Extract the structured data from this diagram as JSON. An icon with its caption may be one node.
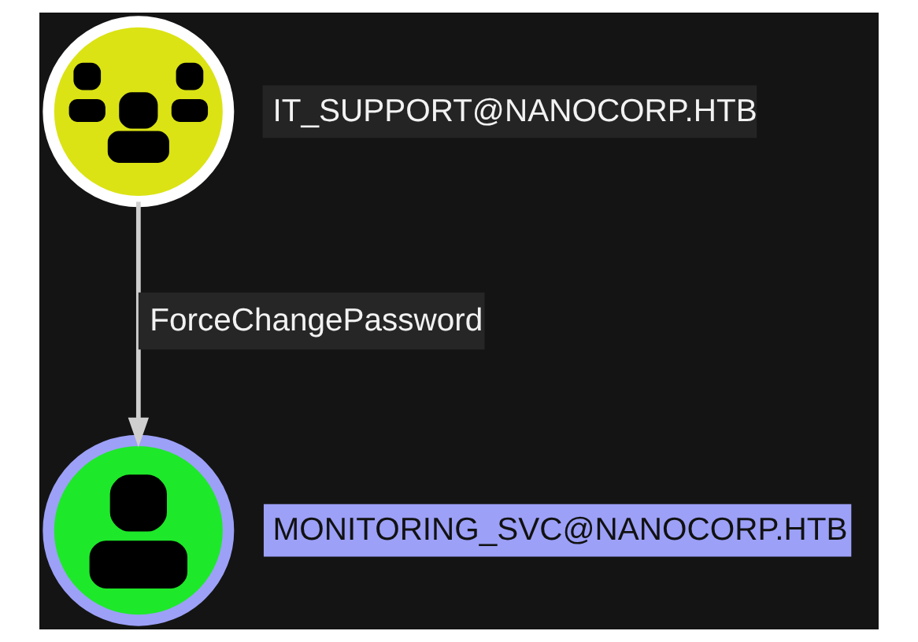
{
  "diagram": {
    "nodes": [
      {
        "text": [],
        "shape": "circle",
        "beside": [
          "IT_SUPPORT@NANOCORP.HTB"
        ]
      },
      {
        "text": [],
        "shape": "circle",
        "beside": [
          "MONITORING_SVC@NANOCORP.HTB"
        ]
      }
    ],
    "edges": [
      {
        "from": 0,
        "to": 1,
        "arrow": "to",
        "label": "ForceChangePassword"
      }
    ]
  }
}
